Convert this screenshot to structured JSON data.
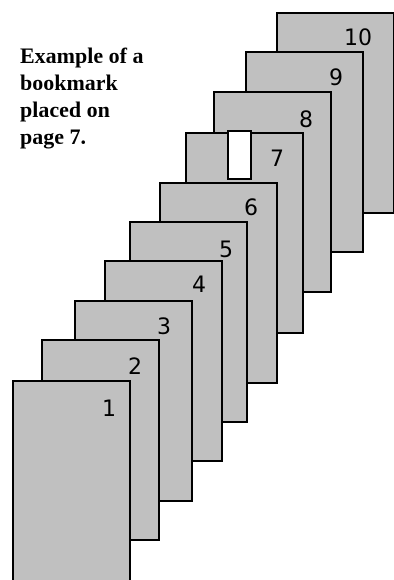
{
  "caption": {
    "lines": [
      "Example of a",
      "bookmark",
      "placed on",
      "page 7."
    ]
  },
  "pages": [
    "1",
    "2",
    "3",
    "4",
    "5",
    "6",
    "7",
    "8",
    "9",
    "10"
  ],
  "bookmark_page": "7",
  "colors": {
    "page_fill": "#c0c0c0",
    "page_stroke": "#000000",
    "bookmark_fill": "#ffffff",
    "background": "#ffffff"
  }
}
